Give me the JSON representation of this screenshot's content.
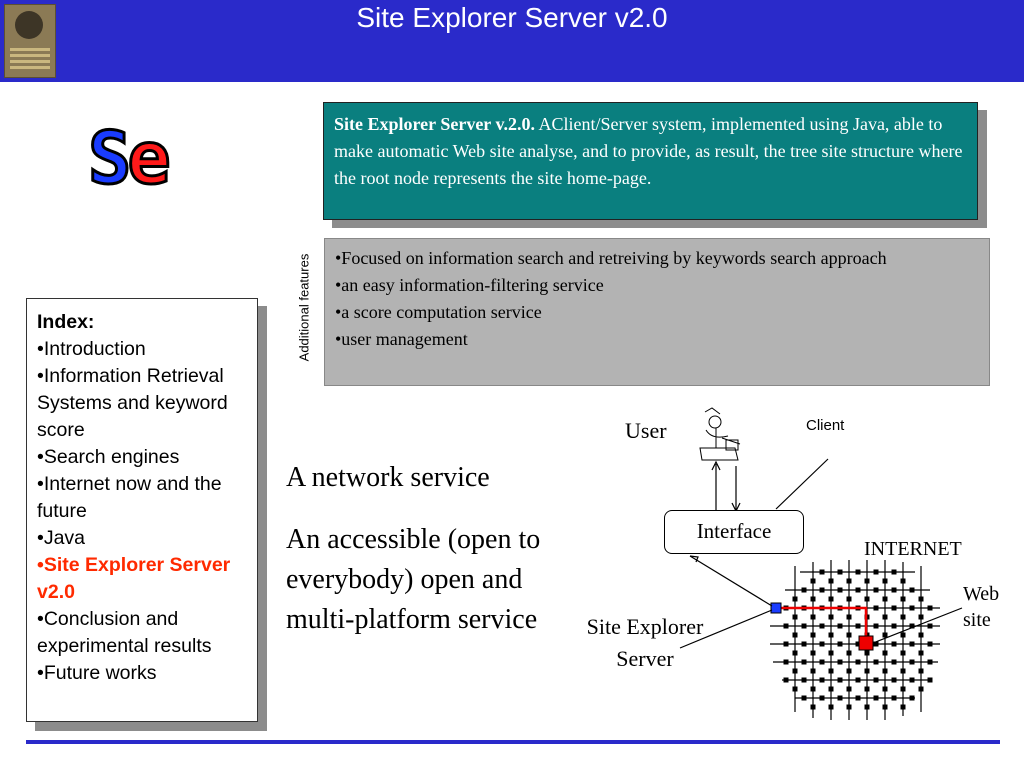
{
  "header": {
    "title": "Site Explorer Server v2.0"
  },
  "logo": {
    "text": "SE"
  },
  "description": {
    "bold": "Site Explorer Server v.2.0.",
    "text": " AClient/Server system, implemented using Java, able to make automatic Web site analyse, and to provide, as result, the tree site structure where the root node represents the site home-page."
  },
  "features": {
    "side_label": "Additional features",
    "items": [
      "•Focused on information search and retreiving by keywords search approach",
      "•an easy information-filtering service",
      "•a score computation service",
      "•user management"
    ]
  },
  "index": {
    "heading": "Index:",
    "items": [
      "•Introduction",
      "•Information Retrieval Systems and keyword score",
      "•Search engines",
      "•Internet now and the future",
      "•Java",
      "•Site Explorer Server v2.0",
      "•Conclusion and experimental results",
      "•Future works"
    ],
    "active_index": 5
  },
  "network": {
    "line1": "A network service",
    "line2": "An accessible (open to everybody) open and multi-platform service"
  },
  "diagram": {
    "user": "User",
    "client": "Client",
    "interface": "Interface",
    "internet": "INTERNET",
    "web_site": "Web site",
    "server": "Site Explorer Server"
  },
  "colors": {
    "header": "#2a2aca",
    "teal": "#0a7f7f",
    "gray": "#b3b3b3",
    "active": "#ff2a00"
  }
}
